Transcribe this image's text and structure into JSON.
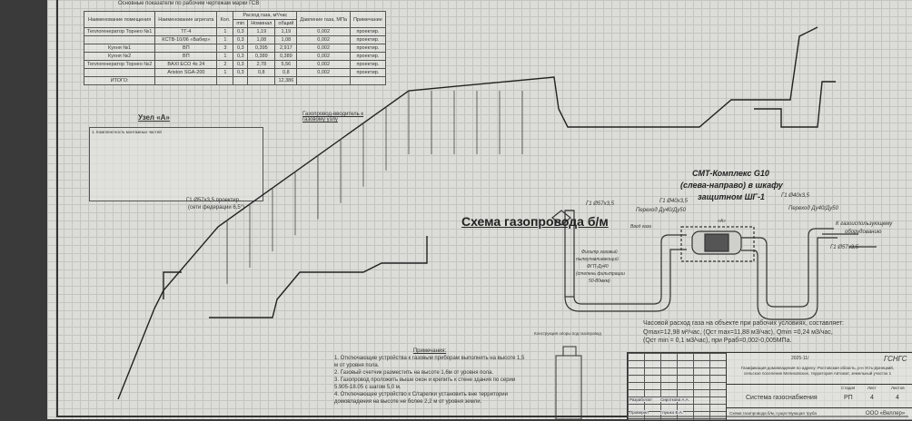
{
  "table": {
    "caption": "Основные показатели по рабочим чертежам марки ГСВ",
    "headers": {
      "room": "Наименование помещения",
      "unit": "Наименование агрегата",
      "qty": "Кол.",
      "flow": "Расход газа, м³/час",
      "min": "min",
      "nom": "Номинал",
      "total": "общий",
      "pressure": "Давление газа, МПа",
      "note": "Примечание"
    },
    "rows": [
      [
        "Теплогенератор Торнео №1",
        "ТГ-4",
        "1",
        "0,3",
        "1,19",
        "1,19",
        "0,002",
        "проектир."
      ],
      [
        "",
        "КСТВ-10/06 «Бабер»",
        "1",
        "0,3",
        "1,08",
        "1,08",
        "0,002",
        "проектир."
      ],
      [
        "Кухня №1",
        "ВП",
        "3",
        "0,3",
        "0,395",
        "2,917",
        "0,002",
        "проектир."
      ],
      [
        "Кухня №2",
        "ВП",
        "1",
        "0,3",
        "0,389",
        "0,389",
        "0,002",
        "проектир."
      ],
      [
        "Теплогенератор Торнео №2",
        "BAXI ECO 4s 24",
        "2",
        "0,3",
        "2,78",
        "5,56",
        "0,002",
        "проектир."
      ],
      [
        "",
        "Ariston SGA-200",
        "1",
        "0,3",
        "0,8",
        "0,8",
        "0,002",
        "проектир."
      ],
      [
        "ИТОГО:",
        "",
        "",
        "",
        "",
        "12,386",
        "",
        ""
      ]
    ]
  },
  "node_a": {
    "title": "Узел «А»",
    "subtitle": "1. Комплектность монтажных частей",
    "pipe_label": "Г1 Ø57х3,5 проектир.",
    "pipe_label2": "(сети федерации 6,5°)"
  },
  "labels": {
    "gas_connect": "Газопровод-вводитель к газовому узлу",
    "scheme_title": "Схема газопровода б/м",
    "input": "Ввод газа",
    "meter_title1": "СМТ-Комплекс G10",
    "meter_title2": "(слева-направо) в шкафу",
    "meter_title3": "защитном ШГ-1",
    "pipe_57": "Г1 Ø57х3,5",
    "pipe_40": "Г1 Ø40х3,5",
    "pipe_40b": "Г1 Ø40х3,5",
    "transition1": "Переход Ду40/Ду50",
    "transition2": "Переход Ду40/Ду50",
    "to_equipment1": "К газоиспользующему",
    "to_equipment2": "оборудованию",
    "pipe_57_out": "Г1 Ø57х3,5",
    "node_mark": "«А»",
    "filter1": "Фильтр газовый",
    "filter2": "пылеулавливающий",
    "filter3": "ФГП-Ду40",
    "filter4": "(степень фильтрации",
    "filter5": "50-80мкм)",
    "chimney": "Конструкция опоры под газопровод"
  },
  "flow_summary": {
    "line1": "Часовой расход газа на объекте при рабочих условиях, составляет:",
    "line2": "Qmax=12,98 м³/час, (Qст max=11,88 м3/час), Qmin =0,24 м3/час,",
    "line3": "(Qст min = 0,1 м3/час), при Pраб=0,002-0,005МПа."
  },
  "notes": {
    "title": "Примечания:",
    "items": [
      "1. Отключающие устройства к газовым приборам выполнить на высоте 1,5 м от уровня пола.",
      "2. Газовый счетчик разместить на высоте 1,6м от уровня пола.",
      "3. Газопровод проложить выше окон и крепить к стене здания по серии 5.905-18.05 с шагом 5,0 м.",
      "4. Отключающее устройство к С/гарелки установить вне территории домовладения на высоте не более 2,2 м от уровня земли."
    ]
  },
  "title_block": {
    "code": "2025-11/",
    "org": "ГСНГС",
    "address": "Газификация домовладения по адресу: Ростовская область, р-н Усть-Донецкий, сельское поселение Мелиховское, территория Автомат, земельный участок 1",
    "developer_role": "Разработал",
    "developer": "Сироткова А.А.",
    "checker_role": "Проверил",
    "checker": "Глушко В.А.",
    "system": "Система газоснабжения",
    "stage_h": "Стадия",
    "sheet_h": "Лист",
    "sheets_h": "Листов",
    "stage": "РП",
    "sheet": "4",
    "sheets": "4",
    "sheet_name": "Схема газопровода б/м, существующая труба",
    "company": "ООО «Веллер»"
  }
}
